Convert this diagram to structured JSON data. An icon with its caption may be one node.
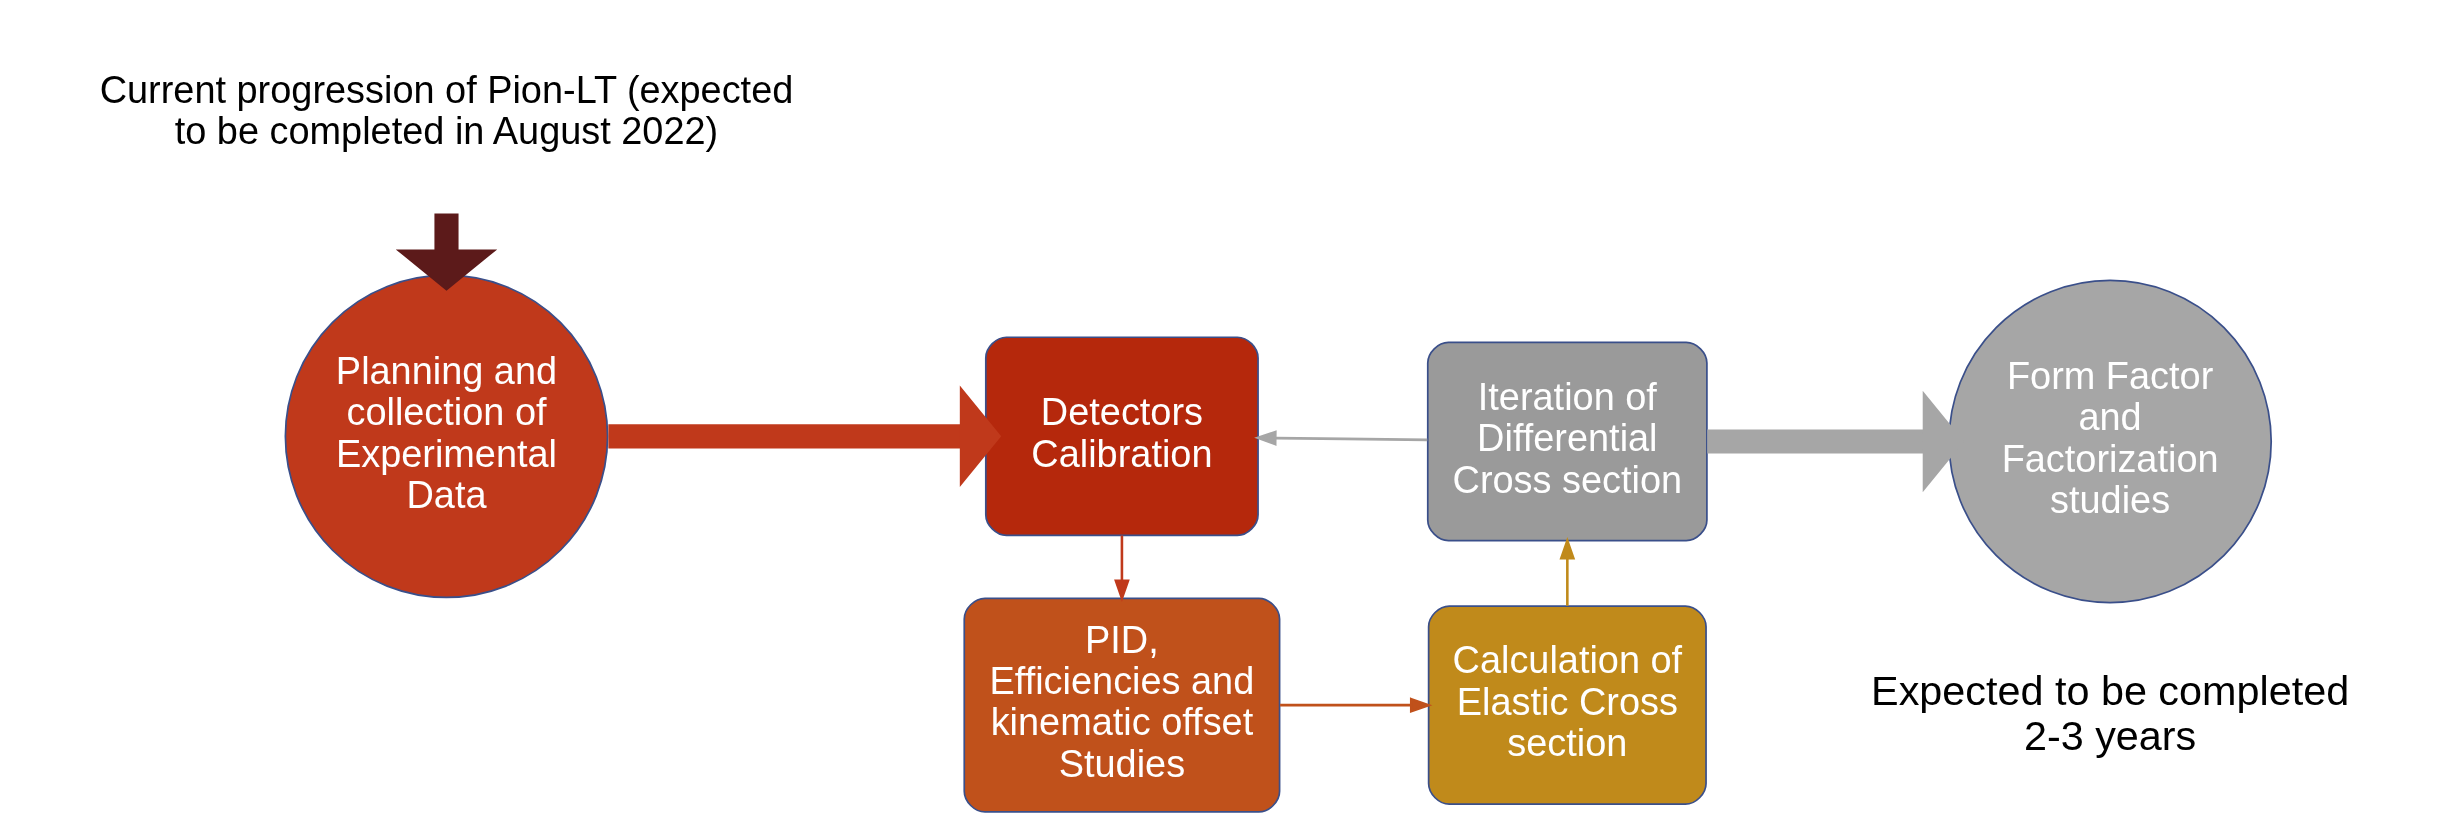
{
  "diagram": {
    "nodes": [
      {
        "text": [
          "Planning and collection of Experimental Data"
        ]
      },
      {
        "text": [
          "Detectors Calibration"
        ]
      },
      {
        "text": [
          "Iteration of Differential Cross section"
        ]
      },
      {
        "text": [
          "PID, Efficiencies and kinematic offset Studies"
        ]
      },
      {
        "text": [
          "Calculation of Elastic Cross section"
        ]
      },
      {
        "text": [
          "Form Factor and Factorization studies"
        ],
        "beside": [
          "Expected to be completed 2-3 years"
        ]
      },
      {
        "text": [
          "Current progression of Pion-LT (expected to be completed in August 2022)"
        ]
      }
    ],
    "edges": [
      {
        "from": 6,
        "to": 0,
        "arrow": "to",
        "style": "thick",
        "color": "#5c1a1a"
      },
      {
        "from": 0,
        "to": 1,
        "arrow": "to",
        "style": "thick",
        "color": "#c0391b"
      },
      {
        "from": 2,
        "to": 5,
        "arrow": "to",
        "style": "thick",
        "color": "#a6a6a6"
      },
      {
        "from": 1,
        "to": 3,
        "arrow": "to",
        "color": "#c0391b"
      },
      {
        "from": 3,
        "to": 4,
        "arrow": "to",
        "color": "#c0511b"
      },
      {
        "from": 4,
        "to": 2,
        "arrow": "to",
        "color": "#c08a1b"
      },
      {
        "from": 2,
        "to": 1,
        "arrow": "to",
        "color": "#a6a6a6"
      }
    ]
  }
}
